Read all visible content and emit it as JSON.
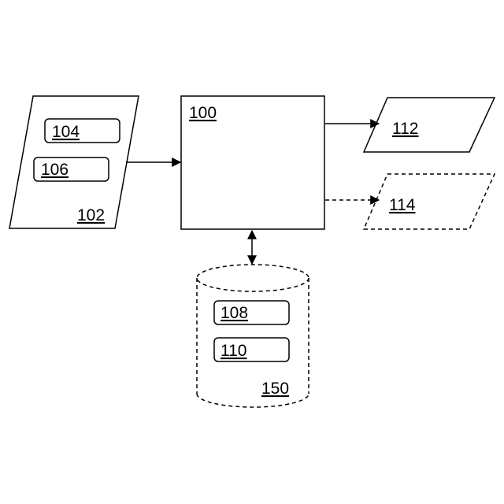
{
  "diagram": {
    "input_block": {
      "label": "102",
      "items": [
        "104",
        "106"
      ]
    },
    "processor": {
      "label": "100"
    },
    "output_solid": {
      "label": "112"
    },
    "output_dashed": {
      "label": "114"
    },
    "storage": {
      "label": "150",
      "items": [
        "108",
        "110"
      ]
    },
    "colors": {
      "stroke": "#000000",
      "background": "#ffffff"
    }
  }
}
